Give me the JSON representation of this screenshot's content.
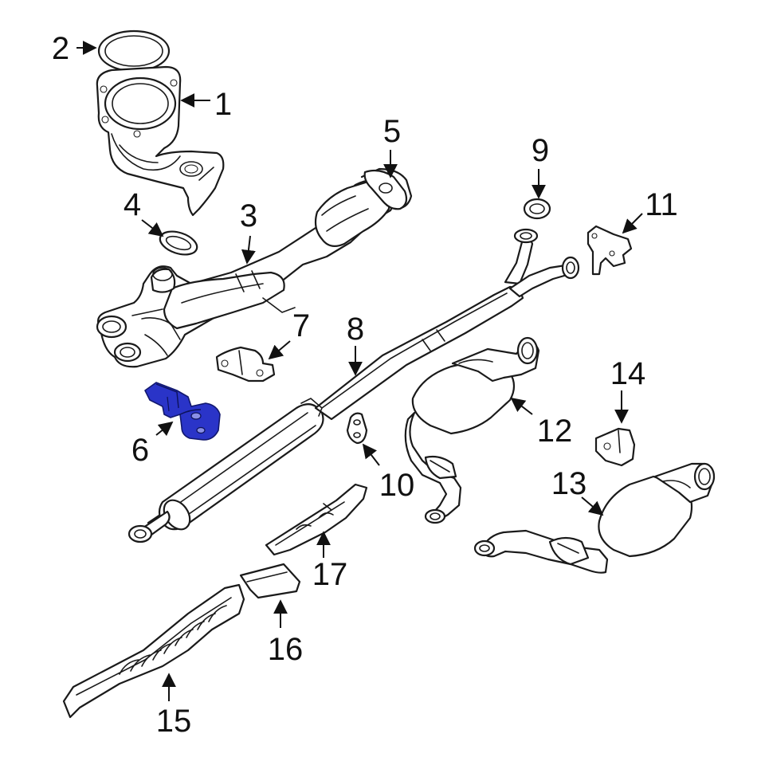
{
  "diagram": {
    "highlight_color": "#2a34c8",
    "callouts": [
      {
        "id": "c1",
        "label": "1"
      },
      {
        "id": "c2",
        "label": "2"
      },
      {
        "id": "c3",
        "label": "3"
      },
      {
        "id": "c4",
        "label": "4"
      },
      {
        "id": "c5",
        "label": "5"
      },
      {
        "id": "c6",
        "label": "6"
      },
      {
        "id": "c7",
        "label": "7"
      },
      {
        "id": "c8",
        "label": "8"
      },
      {
        "id": "c9",
        "label": "9"
      },
      {
        "id": "c10",
        "label": "10"
      },
      {
        "id": "c11",
        "label": "11"
      },
      {
        "id": "c12",
        "label": "12"
      },
      {
        "id": "c13",
        "label": "13"
      },
      {
        "id": "c14",
        "label": "14"
      },
      {
        "id": "c15",
        "label": "15"
      },
      {
        "id": "c16",
        "label": "16"
      },
      {
        "id": "c17",
        "label": "17"
      }
    ],
    "highlighted_part": "6"
  }
}
